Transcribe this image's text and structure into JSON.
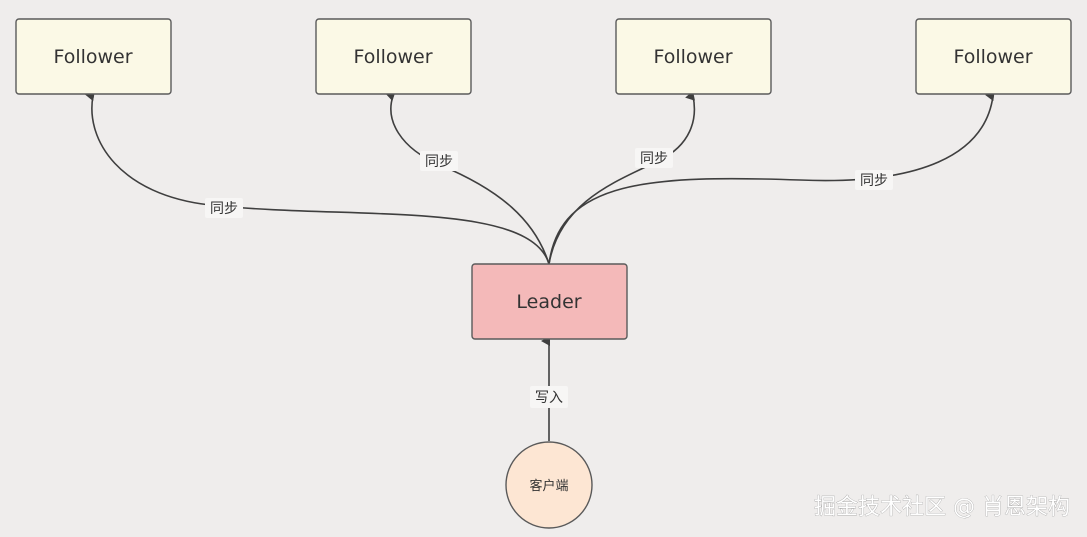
{
  "nodes": {
    "followers": [
      {
        "label": "Follower"
      },
      {
        "label": "Follower"
      },
      {
        "label": "Follower"
      },
      {
        "label": "Follower"
      }
    ],
    "leader": {
      "label": "Leader"
    },
    "client": {
      "label": "客户端"
    }
  },
  "edges": {
    "sync_labels": [
      "同步",
      "同步",
      "同步",
      "同步"
    ],
    "write_label": "写入"
  },
  "watermark": "掘金技术社区 @ 肖恩架构",
  "colors": {
    "follower_fill": "#fbf9e6",
    "leader_fill": "#f4b9b9",
    "client_fill": "#fde6d3",
    "background": "#efedec"
  }
}
